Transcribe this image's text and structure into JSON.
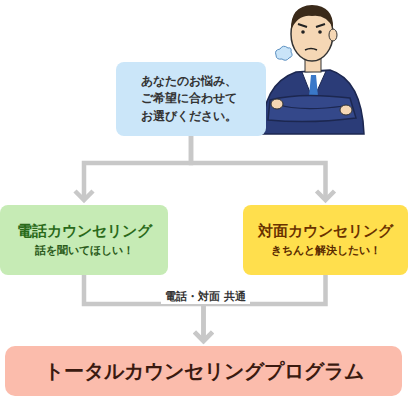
{
  "diagram": {
    "nodes": [
      {
        "text": [
          "あなたのお悩み、ご希望に合わせてお選びください。"
        ]
      },
      {
        "text": [
          "電話カウンセリング",
          "話を聞いてほしい！"
        ]
      },
      {
        "text": [
          "対面カウンセリング",
          "きちんと解決したい！"
        ]
      },
      {
        "text": [
          "トータルカウンセリングプログラム"
        ]
      }
    ],
    "edges": [
      {
        "from": 0,
        "to": 1,
        "arrow": "to"
      },
      {
        "from": 0,
        "to": 2,
        "arrow": "to"
      },
      {
        "from": 1,
        "to": 3,
        "arrow": "to"
      },
      {
        "from": 2,
        "to": 3,
        "arrow": "to"
      }
    ],
    "labels": [
      "電話・対面 共通"
    ]
  }
}
